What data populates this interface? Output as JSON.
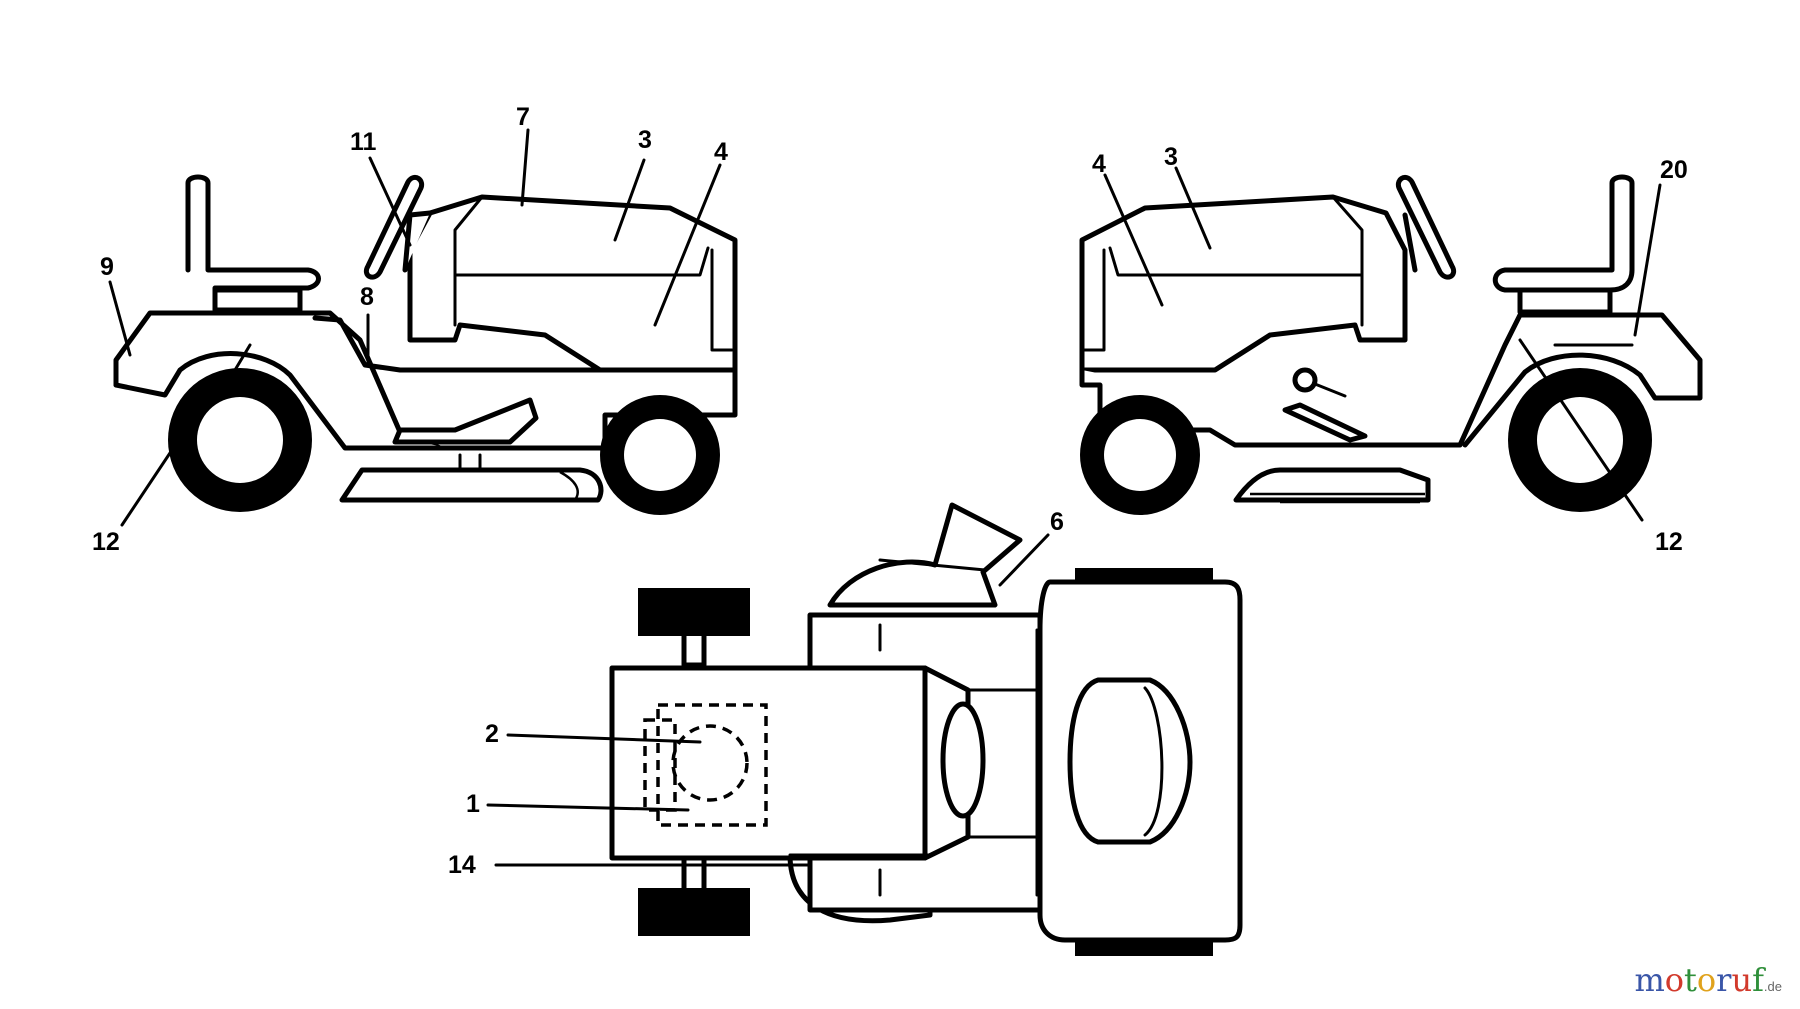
{
  "callouts": {
    "left_view": [
      "9",
      "11",
      "7",
      "3",
      "4",
      "8",
      "12"
    ],
    "right_view": [
      "4",
      "3",
      "20",
      "12"
    ],
    "top_view": [
      "6",
      "2",
      "1",
      "14"
    ]
  },
  "watermark": {
    "letters": [
      "m",
      "o",
      "t",
      "o",
      "r",
      "u",
      "f"
    ],
    "letter_colors": [
      "#3a56a8",
      "#d23a2c",
      "#2f8f3a",
      "#e0a21c",
      "#3a56a8",
      "#d23a2c",
      "#2f8f3a"
    ],
    "suffix": ".de"
  }
}
